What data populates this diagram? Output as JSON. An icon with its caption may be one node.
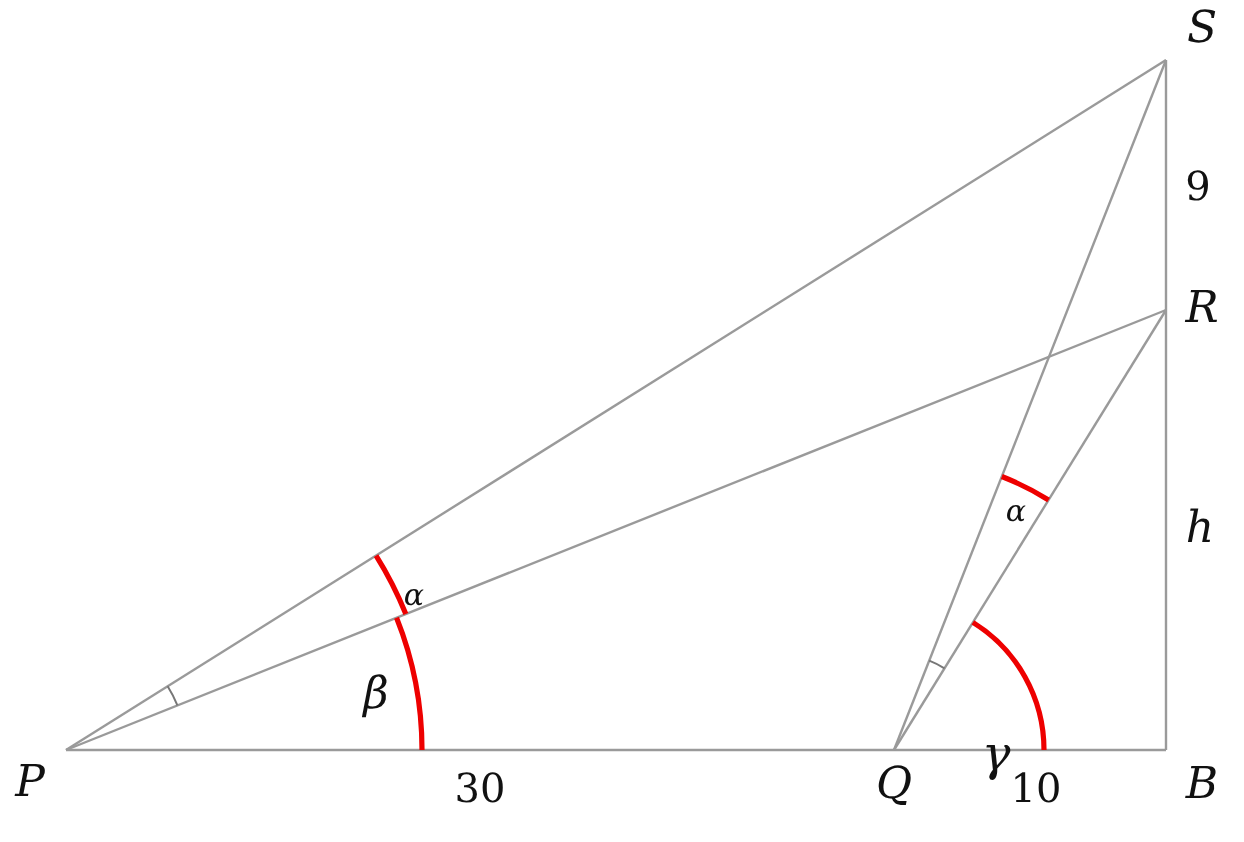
{
  "diagram": {
    "labels": [
      "S",
      "9",
      "R",
      "h",
      "α",
      "α",
      "β",
      "P",
      "30",
      "Q",
      "γ",
      "10",
      "B"
    ]
  }
}
